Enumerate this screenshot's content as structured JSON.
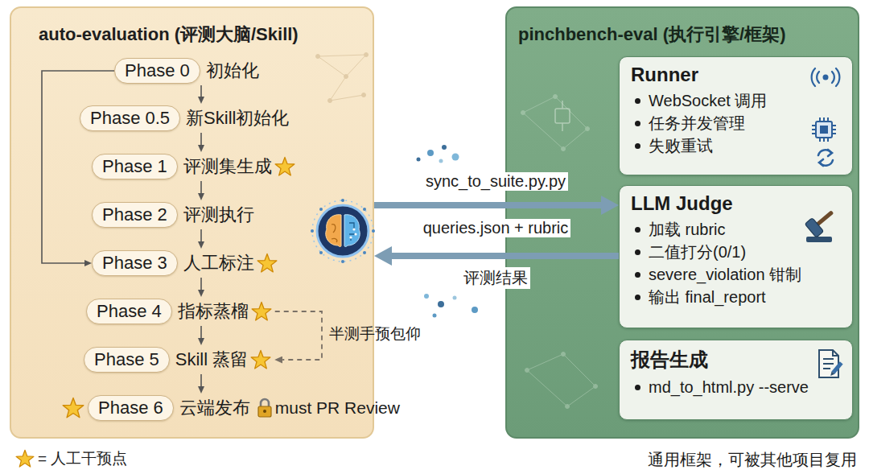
{
  "diagram": {
    "nodes": [
      {
        "text": [
          "auto-evaluation (评测大脑/Skill)"
        ]
      },
      {
        "text": [
          "Phase 0",
          "初始化"
        ],
        "in": 0
      },
      {
        "text": [
          "Phase 0.5",
          "新Skill初始化"
        ],
        "in": 0
      },
      {
        "text": [
          "Phase 1",
          "评测集生成"
        ],
        "in": 0
      },
      {
        "text": [
          "Phase 2",
          "评测执行"
        ],
        "in": 0
      },
      {
        "text": [
          "Phase 3",
          "人工标注"
        ],
        "in": 0
      },
      {
        "text": [
          "Phase 4",
          "指标蒸榴"
        ],
        "in": 0
      },
      {
        "text": [
          "Phase 5",
          "Skill 蒸留"
        ],
        "in": 0
      },
      {
        "text": [
          "Phase 6",
          "云端发布",
          "must PR Review"
        ],
        "in": 0
      },
      {
        "text": [
          "pinchbench-eval (执行引擎/框架)"
        ]
      },
      {
        "text": [
          "Runner",
          "WebSocket 调用",
          "任务并发管理",
          "失败重试"
        ],
        "in": 9
      },
      {
        "text": [
          "LLM Judge",
          "加载 rubric",
          "二值打分(0/1)",
          "severe_violation 钳制",
          "输出 final_report"
        ],
        "in": 9
      },
      {
        "text": [
          "报告生成",
          "md_to_html.py --serve"
        ],
        "in": 9
      }
    ],
    "edges": [
      {
        "from": 1,
        "to": 2,
        "arrow": "to"
      },
      {
        "from": 2,
        "to": 3,
        "arrow": "to"
      },
      {
        "from": 3,
        "to": 4,
        "arrow": "to"
      },
      {
        "from": 4,
        "to": 5,
        "arrow": "to"
      },
      {
        "from": 5,
        "to": 6,
        "arrow": "to"
      },
      {
        "from": 6,
        "to": 7,
        "arrow": "to"
      },
      {
        "from": 7,
        "to": 8,
        "arrow": "to"
      },
      {
        "from": 1,
        "to": 5,
        "arrow": "to"
      },
      {
        "from": 6,
        "to": 7,
        "label": "半测手预包仰",
        "arrow": "to"
      },
      {
        "from": 0,
        "to": 11,
        "label": "sync_to_suite.py.py",
        "arrow": "to"
      },
      {
        "from": 11,
        "to": 0,
        "label": "评测结果",
        "arrow": "to"
      }
    ],
    "labels": [
      "queries.json + rubric",
      "通用框架，可被其他项目复用"
    ],
    "legend": [
      {
        "text": "= 人工干预点"
      }
    ]
  }
}
